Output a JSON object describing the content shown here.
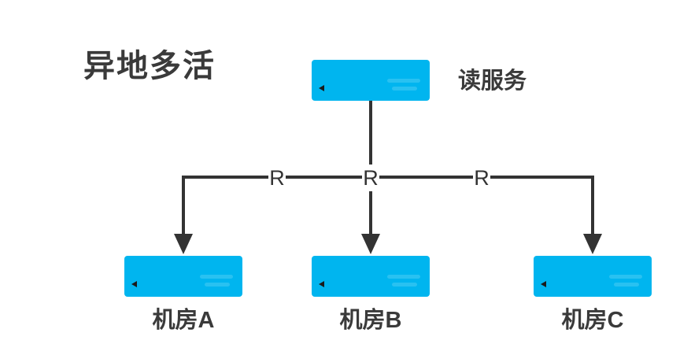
{
  "diagram": {
    "title": "异地多活",
    "top_node": {
      "label": "读服务"
    },
    "edges": [
      {
        "label": "R"
      },
      {
        "label": "R"
      },
      {
        "label": "R"
      }
    ],
    "bottom_nodes": [
      {
        "label": "机房A"
      },
      {
        "label": "机房B"
      },
      {
        "label": "机房C"
      }
    ],
    "colors": {
      "node_fill": "#00b5ef",
      "line": "#333333",
      "text": "#3a3a3a",
      "background": "#ffffff",
      "label_background": "#ffffff"
    }
  }
}
